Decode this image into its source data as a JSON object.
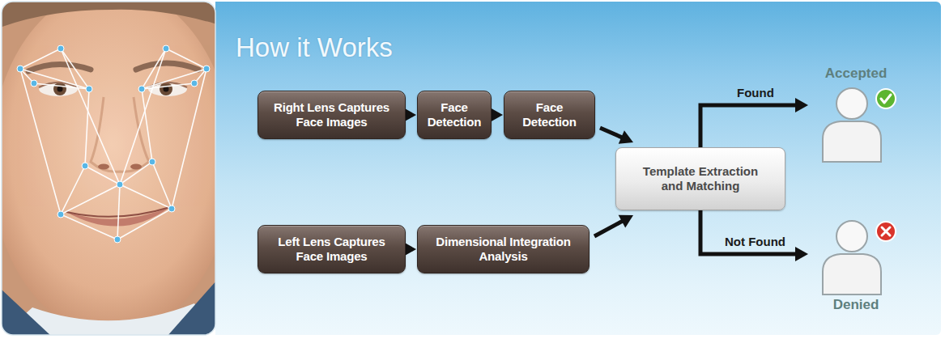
{
  "diagram": {
    "title": "How it Works",
    "nodes": [
      {
        "text": [
          "Right Lens Captures Face Images"
        ]
      },
      {
        "text": [
          "Face Detection"
        ]
      },
      {
        "text": [
          "Face Detection"
        ]
      },
      {
        "text": [
          "Left Lens Captures Face Images"
        ]
      },
      {
        "text": [
          "Dimensional Integration Analysis"
        ]
      },
      {
        "text": [
          "Template Extraction and Matching"
        ]
      },
      {
        "text": [
          "Accepted"
        ]
      },
      {
        "text": [
          "Denied"
        ]
      }
    ],
    "edges": [
      {
        "from": 0,
        "to": 1,
        "arrow": "to"
      },
      {
        "from": 1,
        "to": 2,
        "arrow": "to"
      },
      {
        "from": 2,
        "to": 5,
        "arrow": "to"
      },
      {
        "from": 3,
        "to": 4,
        "arrow": "to"
      },
      {
        "from": 4,
        "to": 5,
        "arrow": "to"
      },
      {
        "from": 5,
        "to": 6,
        "label": "Found",
        "arrow": "to"
      },
      {
        "from": 5,
        "to": 7,
        "label": "Not Found",
        "arrow": "to"
      }
    ]
  }
}
